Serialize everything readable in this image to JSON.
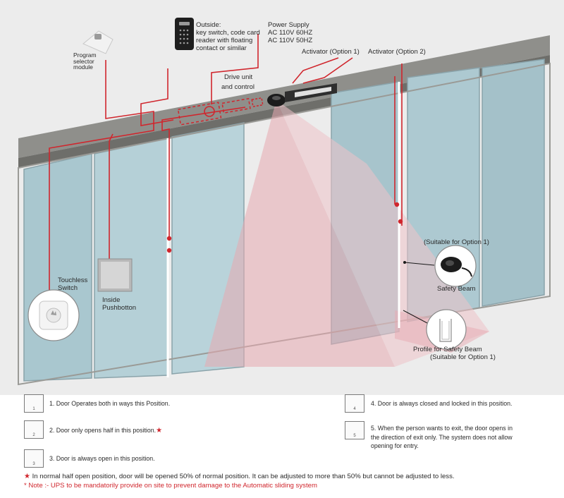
{
  "labels": {
    "outside": "Outside:\nkey switch, code card\nreader with floating\ncontact or similar",
    "power_supply": "Power Supply\nAC 110V 60HZ\nAC 110V 50HZ",
    "activator1": "Activator (Option 1)",
    "activator2": "Activator (Option 2)",
    "program_selector": "Program\nselector\nmodule",
    "drive_unit": "Drive unit",
    "and_control": "and control",
    "suitable_top": "(Suitable for Option 1)",
    "safety_beam": "Safety Beam",
    "touchless": "Touchless\nSwitch",
    "inside_push": "Inside\nPushbotton",
    "profile": "Profile for Safety Beam",
    "suitable_bottom": "(Suitable for Option 1)"
  },
  "legend": [
    {
      "num": "1",
      "text": "1. Door Operates both in ways this Position."
    },
    {
      "num": "2",
      "text": "2. Door only opens half in this position."
    },
    {
      "num": "3",
      "text": "3. Door is always open in this position."
    },
    {
      "num": "4",
      "text": "4. Door is always closed and locked in this position."
    },
    {
      "num": "5",
      "text": "5. When the person wants to exit, the door opens in\n    the direction of exit only. The system does not allow\n    opening for entry."
    }
  ],
  "notes": {
    "star_symbol": "★",
    "line1": "In normal half open position, door will be opened 50% of normal position.  It can be adjusted to more than 50% but cannot be adjusted to less.",
    "line2": "*  Note :- UPS to be mandatorily provide on site to prevent damage to the Automatic sliding system"
  },
  "colors": {
    "wire": "#d0262d",
    "glass": "#a9c7cf",
    "header": "#9a9a96",
    "sensor_zone": "#e7a9b1",
    "note_red": "#d0262d"
  }
}
